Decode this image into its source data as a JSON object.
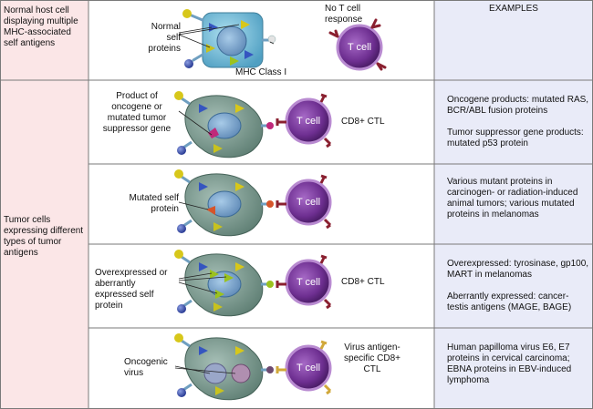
{
  "header": {
    "left": "Normal host cell displaying multiple MHC-associated self antigens",
    "examples": "EXAMPLES"
  },
  "normal": {
    "self_proteins": "Normal self proteins",
    "mhc": "MHC Class I",
    "no_response": "No T cell response",
    "tcell": "T cell"
  },
  "tumor_label": "Tumor cells expressing different types of tumor antigens",
  "rows": [
    {
      "antigen": "Product of oncogene or mutated tumor suppressor gene",
      "tcell": "T cell",
      "ctl": "CD8+ CTL",
      "example1": "Oncogene products: mutated RAS, BCR/ABL fusion proteins",
      "example2": "Tumor suppressor gene products: mutated p53 protein"
    },
    {
      "antigen": "Mutated self protein",
      "tcell": "T cell",
      "ctl": "",
      "example1": "Various mutant proteins in carcinogen- or radiation-induced animal tumors; various mutated proteins in melanomas",
      "example2": ""
    },
    {
      "antigen": "Overexpressed or aberrantly expressed self protein",
      "tcell": "T cell",
      "ctl": "CD8+ CTL",
      "example1": "Overexpressed: tyrosinase, gp100, MART in melanomas",
      "example2": "Aberrantly expressed: cancer-testis antigens (MAGE, BAGE)"
    },
    {
      "antigen": "Oncogenic virus",
      "tcell": "T cell",
      "ctl": "Virus antigen-specific CD8+ CTL",
      "example1": "Human papilloma virus E6, E7 proteins in cervical carcinoma; EBNA proteins in EBV-induced lymphoma",
      "example2": ""
    }
  ],
  "colors": {
    "left_bg": "#fbe6e7",
    "right_bg": "#e9ebf8",
    "grid": "#7a7a7a",
    "tumor_cell": "#6f8f84",
    "normal_cell": "#6fb2cf",
    "tcell": "#7a3b9c",
    "tcr": "#8a2030"
  }
}
